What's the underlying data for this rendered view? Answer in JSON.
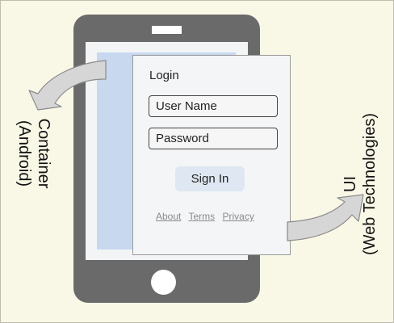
{
  "login": {
    "title": "Login",
    "username_placeholder": "User Name",
    "password_placeholder": "Password",
    "signin_label": "Sign In",
    "links": [
      "About",
      "Terms",
      "Privacy"
    ]
  },
  "labels": {
    "container": "Container",
    "container_sub": "(Android)",
    "ui": "UI",
    "ui_sub": "(Web Technologies)"
  },
  "colors": {
    "background": "#f9f8e6",
    "phone": "#6a6a6a",
    "screen_accent": "#c7d8ef",
    "arrow_fill": "#d6d6d6",
    "arrow_stroke": "#8a8a8a",
    "button": "#dfe8f2"
  }
}
